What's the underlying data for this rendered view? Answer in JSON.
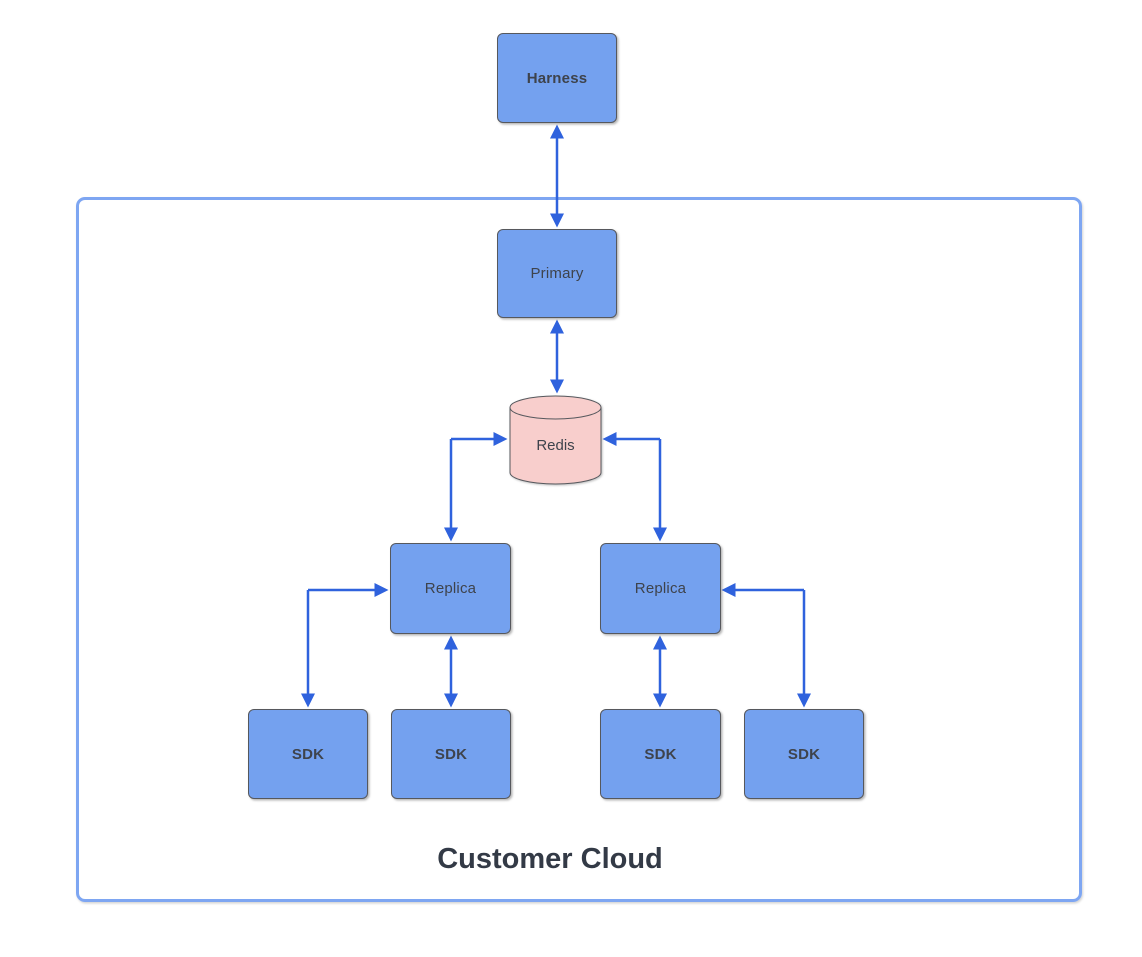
{
  "diagram": {
    "container": {
      "label": "Customer Cloud"
    },
    "nodes": {
      "harness": {
        "label": "Harness",
        "shape": "rounded-rect",
        "fill": "#74a1ef"
      },
      "primary": {
        "label": "Primary",
        "shape": "rounded-rect",
        "fill": "#74a1ef"
      },
      "redis": {
        "label": "Redis",
        "shape": "cylinder",
        "fill": "#f8cecc"
      },
      "replica_left": {
        "label": "Replica",
        "shape": "rounded-rect",
        "fill": "#74a1ef"
      },
      "replica_right": {
        "label": "Replica",
        "shape": "rounded-rect",
        "fill": "#74a1ef"
      },
      "sdk_1": {
        "label": "SDK",
        "shape": "rounded-rect",
        "fill": "#74a1ef"
      },
      "sdk_2": {
        "label": "SDK",
        "shape": "rounded-rect",
        "fill": "#74a1ef"
      },
      "sdk_3": {
        "label": "SDK",
        "shape": "rounded-rect",
        "fill": "#74a1ef"
      },
      "sdk_4": {
        "label": "SDK",
        "shape": "rounded-rect",
        "fill": "#74a1ef"
      }
    },
    "connectors": [
      {
        "from": "harness",
        "to": "primary",
        "style": "bidirectional-straight"
      },
      {
        "from": "primary",
        "to": "redis",
        "style": "bidirectional-straight"
      },
      {
        "from": "redis",
        "to": "replica_left",
        "style": "bidirectional-elbow"
      },
      {
        "from": "redis",
        "to": "replica_right",
        "style": "bidirectional-elbow"
      },
      {
        "from": "replica_left",
        "to": "sdk_1",
        "style": "bidirectional-elbow"
      },
      {
        "from": "replica_left",
        "to": "sdk_2",
        "style": "bidirectional-straight"
      },
      {
        "from": "replica_right",
        "to": "sdk_3",
        "style": "bidirectional-straight"
      },
      {
        "from": "replica_right",
        "to": "sdk_4",
        "style": "bidirectional-elbow"
      }
    ],
    "colors": {
      "node_fill": "#74a1ef",
      "node_stroke": "#56585d",
      "redis_fill": "#f8cecc",
      "arrow": "#2f62dd",
      "container_border": "#7ea6f2",
      "text": "#3e434c"
    }
  }
}
